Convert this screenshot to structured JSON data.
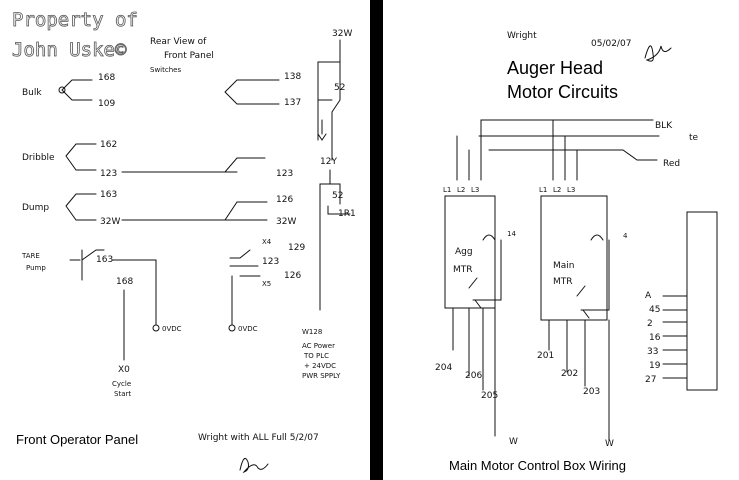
{
  "left_panel": {
    "watermark_line1": "Property of",
    "watermark_line2": "John Uske©",
    "note_line1": "Rear View of",
    "note_line2": "Front Panel",
    "note_line3": "Switches",
    "switches": [
      {
        "name": "Bulk",
        "top": "168",
        "bottom": "109",
        "right_top": "138",
        "right_bottom": "137"
      },
      {
        "name": "Dribble",
        "top": "162",
        "bottom": "123",
        "right": "123"
      },
      {
        "name": "Dump",
        "top": "163",
        "bottom": "32W",
        "right_top": "126",
        "right_bottom": "32W"
      },
      {
        "name_line1": "TARE",
        "name_line2": "Pump",
        "top": "163",
        "bottom": "168",
        "right_top": "X4",
        "right_mid": "123",
        "right_side": "129",
        "right_side2": "126",
        "right_bottom": "X5"
      }
    ],
    "top_right_wire": "32W",
    "relay_top": "52",
    "relay_mid": "12Y",
    "relay_bot": "52",
    "relay_coil": "1R1",
    "vdc_left": "0VDC",
    "vdc_right": "0VDC",
    "cycle_x": "X0",
    "cycle_line1": "Cycle",
    "cycle_line2": "Start",
    "wire_label": "W128",
    "ac_line1": "AC Power",
    "ac_line2": "TO PLC",
    "ac_line3": "+ 24VDC",
    "ac_line4": "PWR SPPLY",
    "sign_text": "Wright with ALL Full 5/2/07",
    "caption": "Front Operator Panel"
  },
  "right_panel": {
    "header_name": "Wright",
    "header_date": "05/02/07",
    "title_line1": "Auger Head",
    "title_line2": "Motor Circuits",
    "wire_blk": "BLK",
    "wire_white": "te",
    "wire_red": "Red",
    "contactor_terminals": [
      "L1",
      "L2",
      "L3"
    ],
    "contactor1_line1": "Agg",
    "contactor1_line2": "MTR",
    "contactor1_num": "14",
    "contactor2_line1": "Main",
    "contactor2_line2": "MTR",
    "contactor2_num": "4",
    "terminal_labels": [
      "A",
      "45",
      "2",
      "16",
      "33",
      "19",
      "27"
    ],
    "bottom_wires_left": [
      "204",
      "206",
      "205"
    ],
    "bottom_wires_right": [
      "201",
      "202",
      "203"
    ],
    "w_left": "W",
    "w_right": "W",
    "caption": "Main Motor Control Box Wiring"
  }
}
